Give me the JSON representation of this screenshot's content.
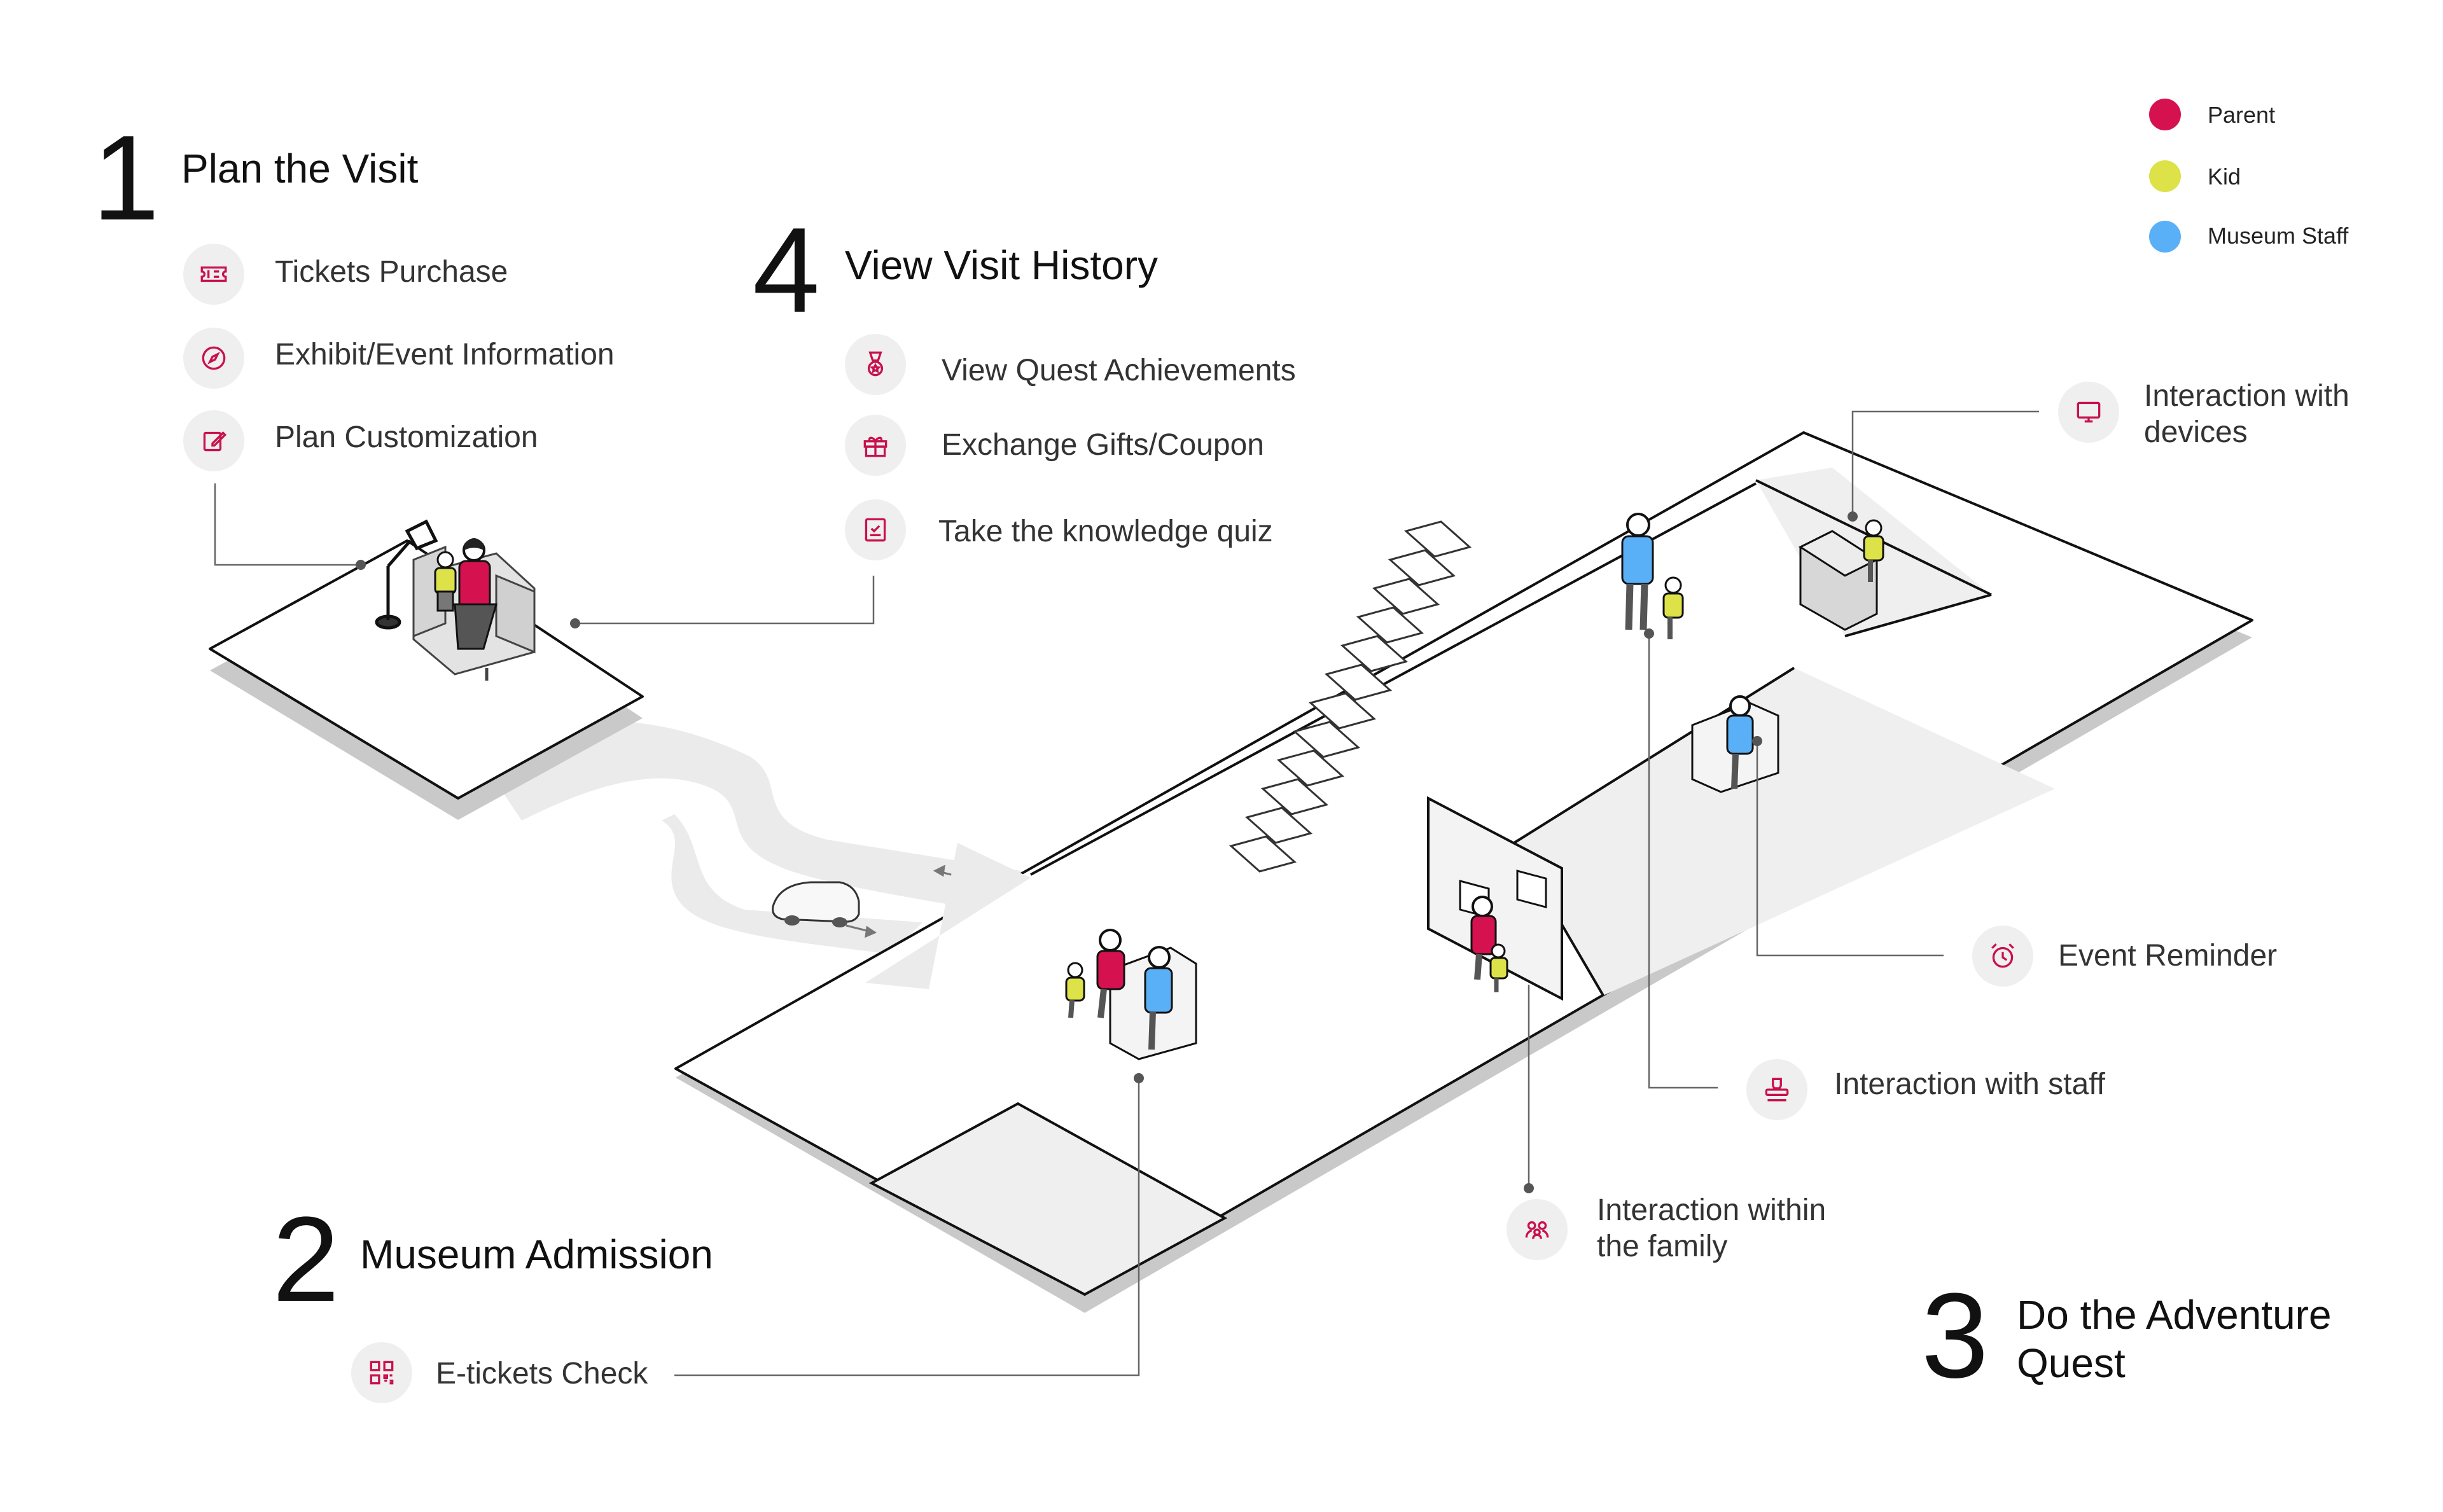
{
  "legend": [
    {
      "label": "Parent",
      "color": "#d6114f"
    },
    {
      "label": "Kid",
      "color": "#dde248"
    },
    {
      "label": "Museum Staff",
      "color": "#5ab0f6"
    }
  ],
  "sections": {
    "plan": {
      "number": "1",
      "title": "Plan the Visit",
      "items": [
        {
          "label": "Tickets Purchase",
          "icon": "ticket-icon"
        },
        {
          "label": "Exhibit/Event Information",
          "icon": "compass-icon"
        },
        {
          "label": "Plan Customization",
          "icon": "edit-icon"
        }
      ]
    },
    "history": {
      "number": "4",
      "title": "View Visit History",
      "items": [
        {
          "label": "View Quest Achievements",
          "icon": "medal-icon"
        },
        {
          "label": "Exchange Gifts/Coupon",
          "icon": "gift-icon"
        },
        {
          "label": "Take the knowledge quiz",
          "icon": "quiz-icon"
        }
      ]
    },
    "admission": {
      "number": "2",
      "title": "Museum Admission",
      "items": [
        {
          "label": "E-tickets Check",
          "icon": "qr-code-icon"
        }
      ]
    },
    "quest": {
      "number": "3",
      "title": "Do the Adventure Quest",
      "items": [
        {
          "label": "Interaction with devices",
          "icon": "monitor-icon"
        },
        {
          "label": "Event Reminder",
          "icon": "alarm-clock-icon"
        },
        {
          "label": "Interaction with staff",
          "icon": "stamp-icon"
        },
        {
          "label": "Interaction within the family",
          "icon": "family-icon"
        }
      ]
    }
  },
  "colors": {
    "accent": "#c8114d",
    "icon_bg": "#efefef",
    "floor_shadow": "#c9c9c9",
    "path": "#ebebeb"
  }
}
